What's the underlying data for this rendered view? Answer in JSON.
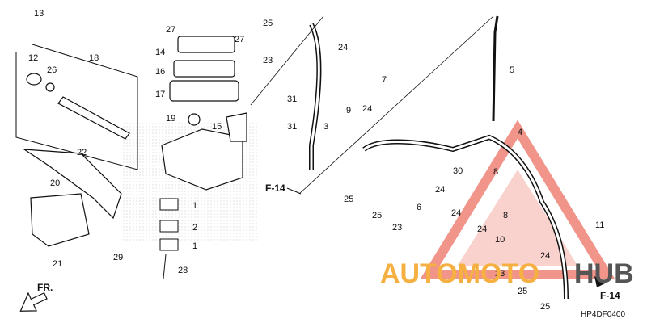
{
  "diagram_code": "HP4DF0400",
  "section_refs": [
    "F-14",
    "F-14"
  ],
  "front_indicator": "FR.",
  "watermark": {
    "text_left": "AUTOMOTO",
    "text_right": "HUB",
    "color_left": "#f5b041",
    "color_right": "#555555",
    "triangle_color": "#e74c3c"
  },
  "callouts": [
    "13",
    "12",
    "26",
    "18",
    "27",
    "27",
    "14",
    "16",
    "17",
    "19",
    "15",
    "22",
    "20",
    "21",
    "29",
    "1",
    "2",
    "1",
    "28",
    "25",
    "23",
    "24",
    "9",
    "7",
    "31",
    "31",
    "3",
    "24",
    "25",
    "25",
    "6",
    "23",
    "30",
    "8",
    "24",
    "24",
    "5",
    "4",
    "8",
    "24",
    "10",
    "11",
    "24",
    "23",
    "25",
    "25"
  ]
}
